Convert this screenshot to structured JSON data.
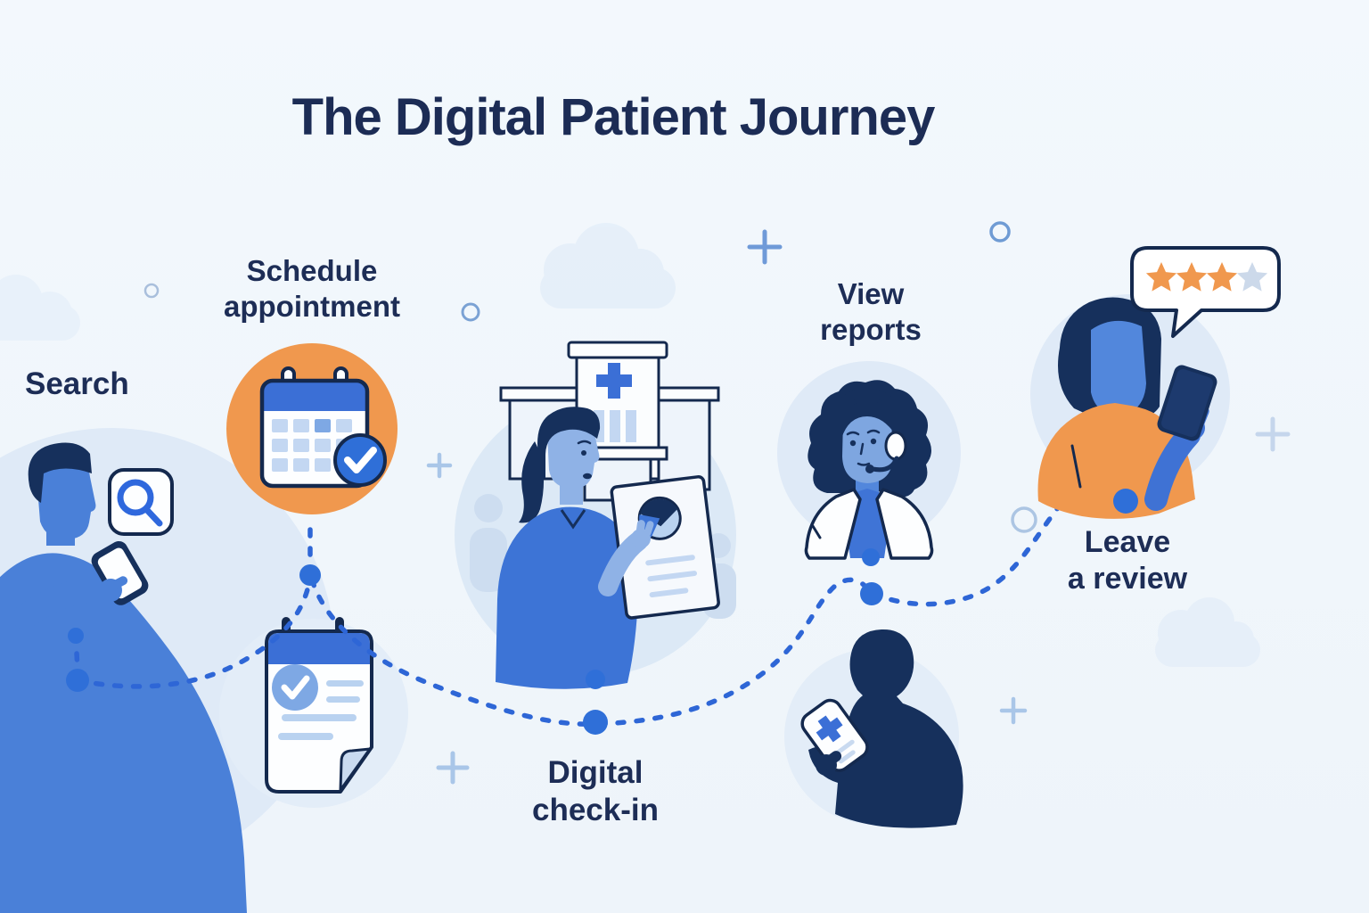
{
  "title": "The Digital Patient Journey",
  "stages": [
    {
      "id": "search",
      "label": "Search",
      "lines": [
        "Search"
      ]
    },
    {
      "id": "schedule-appointment",
      "label": "Schedule appointment",
      "lines": [
        "Schedule",
        "appointment"
      ]
    },
    {
      "id": "digital-check-in",
      "label": "Digital check-in",
      "lines": [
        "Digital",
        "check-in"
      ]
    },
    {
      "id": "view-reports",
      "label": "View reports",
      "lines": [
        "View",
        "reports"
      ]
    },
    {
      "id": "leave-a-review",
      "label": "Leave a review",
      "lines": [
        "Leave",
        "a review"
      ]
    }
  ],
  "review": {
    "stars_filled": 3,
    "stars_total": 4
  },
  "icons": [
    "search-icon",
    "smartphone-icon",
    "calendar-check-icon",
    "notepad-check-icon",
    "hospital-icon",
    "document-pie-chart-icon",
    "headset-icon",
    "phone-medical-cross-icon",
    "speech-bubble-icon",
    "star-icon",
    "plus-icon",
    "cloud-icon",
    "circle-icon",
    "journey-path"
  ],
  "colors": {
    "background": "#f1f6fb",
    "navy_text": "#1d2d56",
    "outline_navy": "#14294e",
    "primary_blue": "#3d74d6",
    "medium_blue": "#4a80d8",
    "skin_blue": "#8fb2e6",
    "light_blue": "#c3d7f2",
    "circle_bg": "#dfeaf7",
    "orange": "#f0984e",
    "path_blue": "#2e66d6",
    "node_blue": "#2f6fd8",
    "star_filled": "#f0984e",
    "star_empty": "#ccd9ea"
  }
}
